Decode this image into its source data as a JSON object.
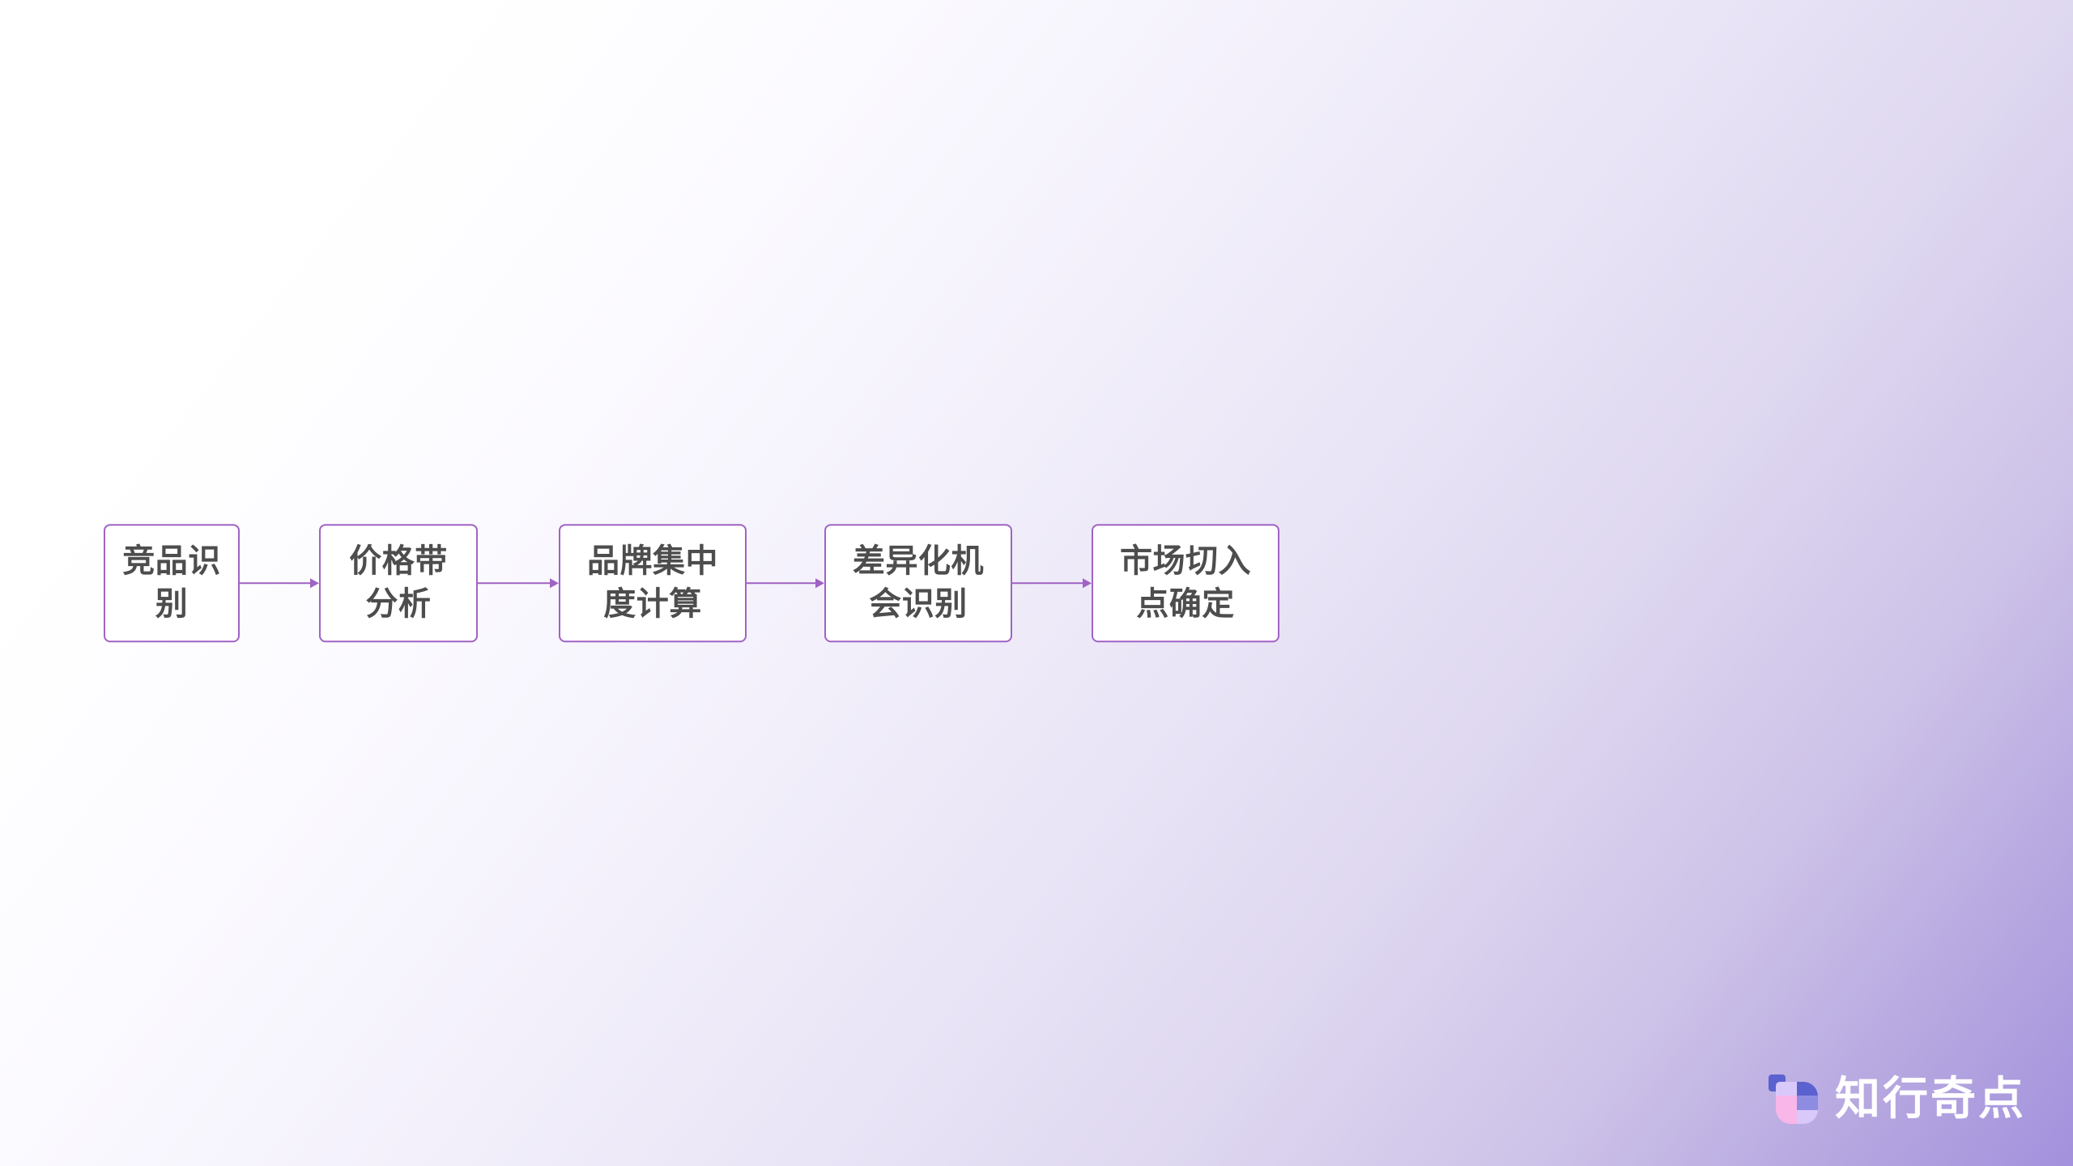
{
  "background": {
    "gradient_from": "#ffffff",
    "gradient_to": "#a391dd",
    "direction": "diagonal top-left to bottom-right"
  },
  "theme": {
    "node_border": "#a063c4",
    "node_fill": "#ffffff",
    "node_text": "#4d4d4d",
    "connector": "#a063c4"
  },
  "diagram": {
    "type": "horizontal-flow",
    "nodes": [
      {
        "id": "n1",
        "label": "竞品识别",
        "lines": 1,
        "size": "w-sm"
      },
      {
        "id": "n2",
        "label": "价格带分析",
        "lines": 1,
        "size": "w-md"
      },
      {
        "id": "n3",
        "label": "品牌集中度计算",
        "lines": 2,
        "size": "w-lg"
      },
      {
        "id": "n4",
        "label": "差异化机会识别",
        "lines": 2,
        "size": "w-lg"
      },
      {
        "id": "n5",
        "label": "市场切入点确定",
        "lines": 2,
        "size": "w-lg"
      }
    ],
    "connectors": [
      {
        "id": "a1",
        "from": "n1",
        "to": "n2",
        "arrow": "right"
      },
      {
        "id": "a2",
        "from": "n2",
        "to": "n3",
        "arrow": "right"
      },
      {
        "id": "a3",
        "from": "n3",
        "to": "n4",
        "arrow": "right"
      },
      {
        "id": "a4",
        "from": "n4",
        "to": "n5",
        "arrow": "right"
      }
    ]
  },
  "watermark": {
    "brand": "知行奇点",
    "icon": "checkered-square-logo-icon"
  }
}
